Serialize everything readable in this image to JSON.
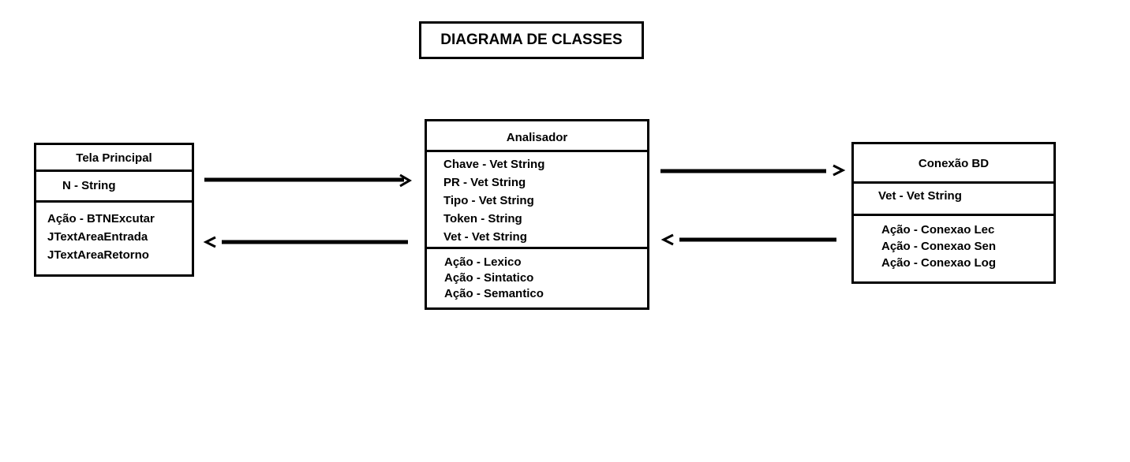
{
  "title": "DIAGRAMA DE CLASSES",
  "classes": {
    "tela_principal": {
      "name": "Tela Principal",
      "attributes": [
        "N - String"
      ],
      "operations": [
        "Ação - BTNExcutar",
        "JTextAreaEntrada",
        "JTextAreaRetorno"
      ]
    },
    "analisador": {
      "name": "Analisador",
      "attributes": [
        "Chave - Vet String",
        "PR - Vet String",
        "Tipo - Vet String",
        "Token - String",
        "Vet - Vet String"
      ],
      "operations": [
        "Ação - Lexico",
        "Ação - Sintatico",
        "Ação - Semantico"
      ]
    },
    "conexao_bd": {
      "name": "Conexão BD",
      "attributes": [
        "Vet - Vet String"
      ],
      "operations": [
        "Ação - Conexao Lec",
        "Ação - Conexao Sen",
        "Ação - Conexao Log"
      ]
    }
  },
  "relations": [
    {
      "from": "Tela Principal",
      "to": "Analisador"
    },
    {
      "from": "Analisador",
      "to": "Tela Principal"
    },
    {
      "from": "Analisador",
      "to": "Conexão BD"
    },
    {
      "from": "Conexão BD",
      "to": "Analisador"
    }
  ],
  "colors": {
    "line": "#000000",
    "background": "#ffffff"
  }
}
